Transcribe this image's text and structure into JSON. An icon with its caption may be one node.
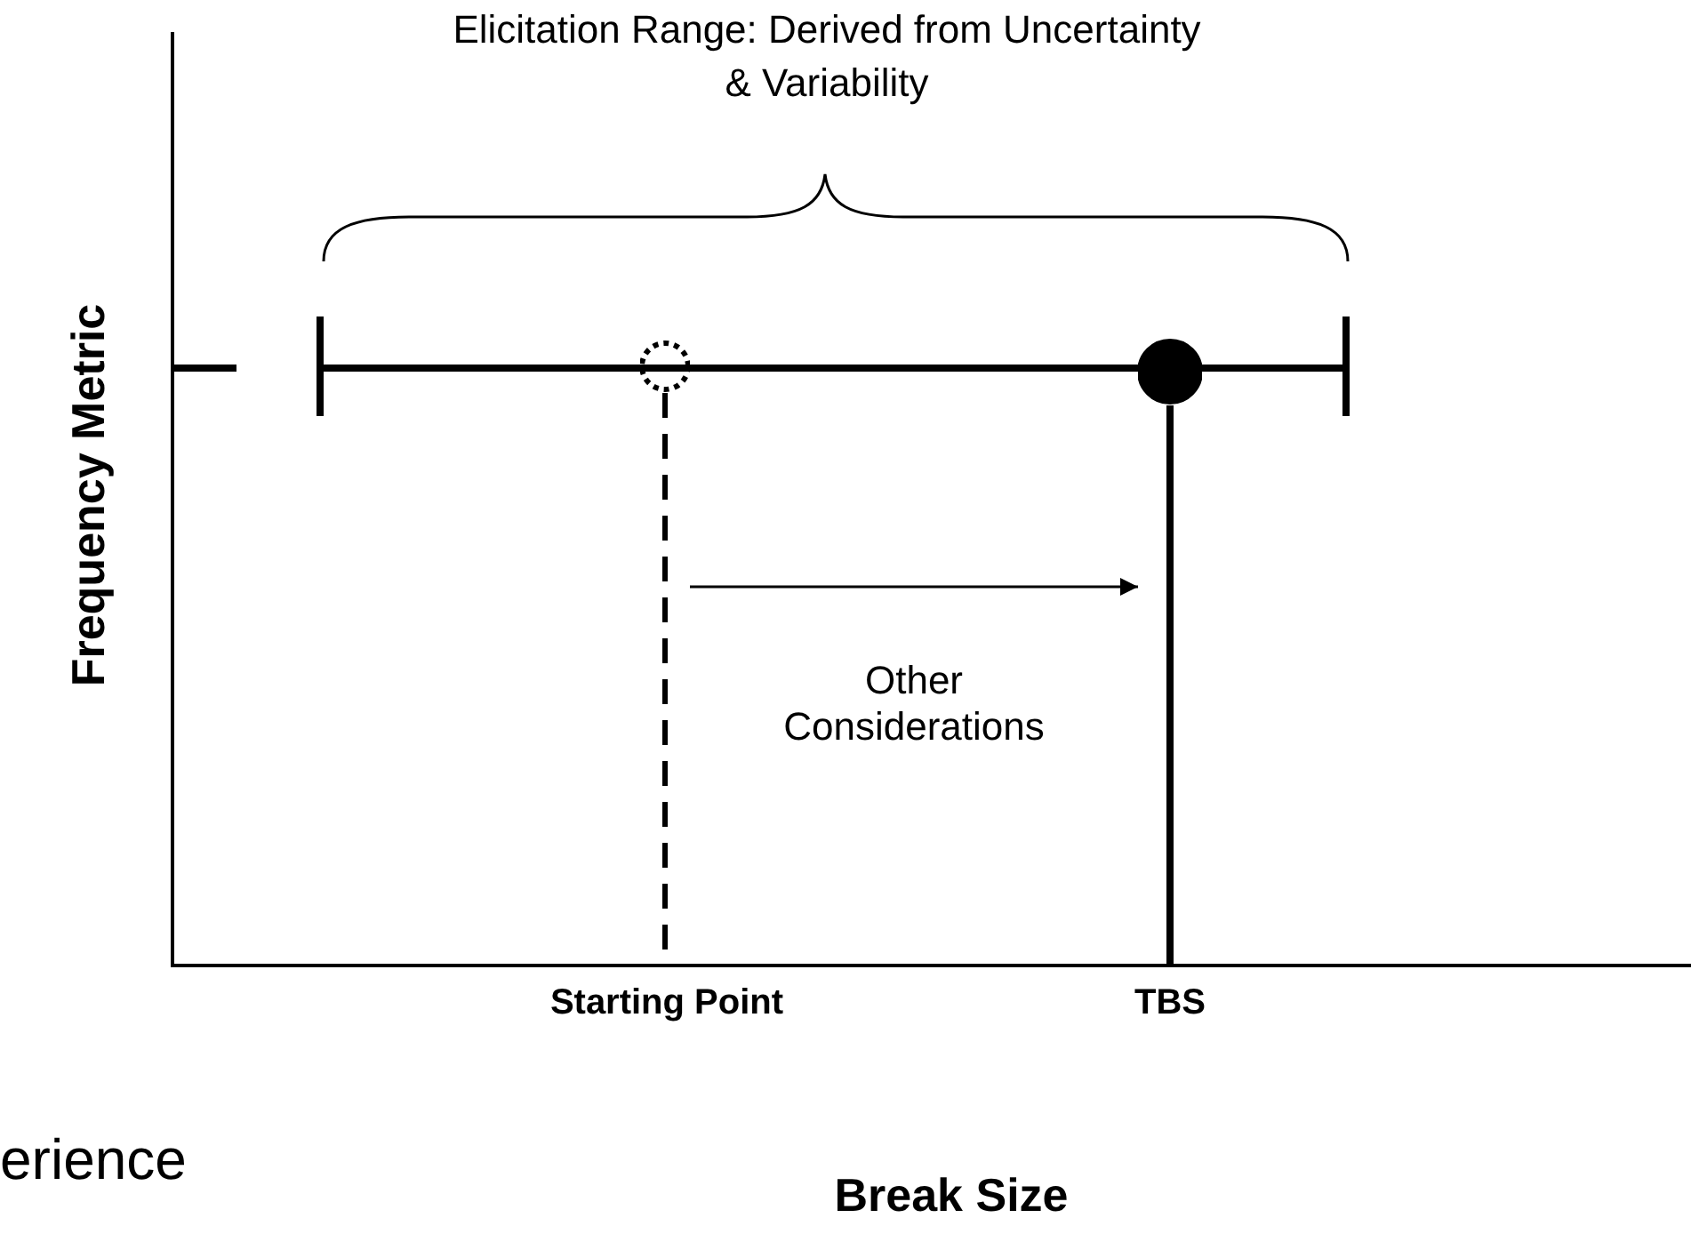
{
  "diagram": {
    "nodes": [
      {
        "text": [],
        "shape": "circle",
        "beside": [
          "Starting Point"
        ]
      },
      {
        "text": [],
        "shape": "circle",
        "beside": [
          "TBS"
        ]
      }
    ],
    "edges": [
      {
        "from": 0,
        "to": 1,
        "arrow": "to",
        "label": "Other Considerations"
      }
    ],
    "labels": [
      "Elicitation Range: Derived from Uncertainty & Variability",
      "Frequency Metric",
      "erience",
      "Break Size"
    ]
  }
}
